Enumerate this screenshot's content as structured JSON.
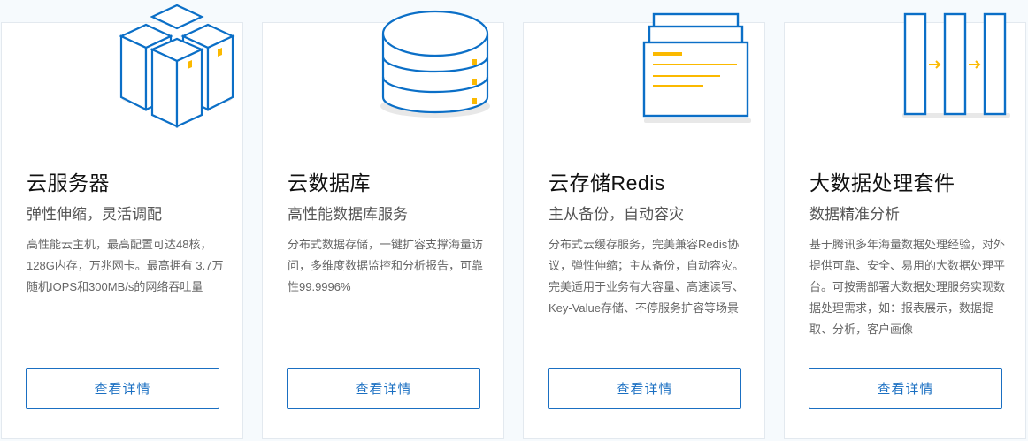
{
  "colors": {
    "background": "#f6fafd",
    "card_border": "#e3e9ef",
    "accent_blue": "#1a6fc2",
    "icon_blue": "#0b6fc7",
    "icon_yellow": "#fbb900",
    "title": "#111111",
    "subtitle": "#555555",
    "description": "#666666"
  },
  "cards": [
    {
      "icon": "server-rack-icon",
      "title": "云服务器",
      "subtitle": "弹性伸缩，灵活调配",
      "description": "高性能云主机，最高配置可达48核，128G内存，万兆网卡。最高拥有 3.7万随机IOPS和300MB/s的网络吞吐量",
      "button_label": "查看详情"
    },
    {
      "icon": "database-icon",
      "title": "云数据库",
      "subtitle": "高性能数据库服务",
      "description": "分布式数据存储，一键扩容支撑海量访问，多维度数据监控和分析报告，可靠性99.9996%",
      "button_label": "查看详情"
    },
    {
      "icon": "document-stack-icon",
      "title": "云存储Redis",
      "subtitle": "主从备份，自动容灾",
      "description": "分布式云缓存服务，完美兼容Redis协议，弹性伸缩；主从备份，自动容灾。完美适用于业务有大容量、高速读写、Key-Value存储、不停服务扩容等场景",
      "button_label": "查看详情"
    },
    {
      "icon": "data-pipeline-icon",
      "title": "大数据处理套件",
      "subtitle": "数据精准分析",
      "description": "基于腾讯多年海量数据处理经验，对外提供可靠、安全、易用的大数据处理平台。可按需部署大数据处理服务实现数据处理需求，如：报表展示，数据提取、分析，客户画像",
      "button_label": "查看详情"
    }
  ]
}
